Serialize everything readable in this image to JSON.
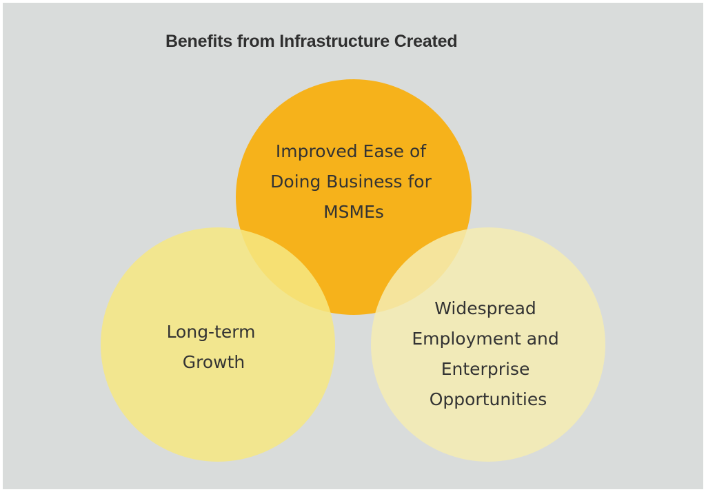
{
  "diagram": {
    "title": "Benefits from Infrastructure Created",
    "colors": {
      "background": "#d9dcdb",
      "top_circle": "#f6b21b",
      "left_circle": "#f4e58a",
      "right_circle": "#f3e9b2"
    },
    "circles": {
      "top": {
        "lines": [
          "Improved Ease of",
          "Doing Business for",
          "MSMEs"
        ]
      },
      "left": {
        "lines": [
          "Long-term",
          "Growth"
        ]
      },
      "right": {
        "lines": [
          "Widespread",
          "Employment and",
          "Enterprise",
          "Opportunities"
        ]
      }
    }
  }
}
